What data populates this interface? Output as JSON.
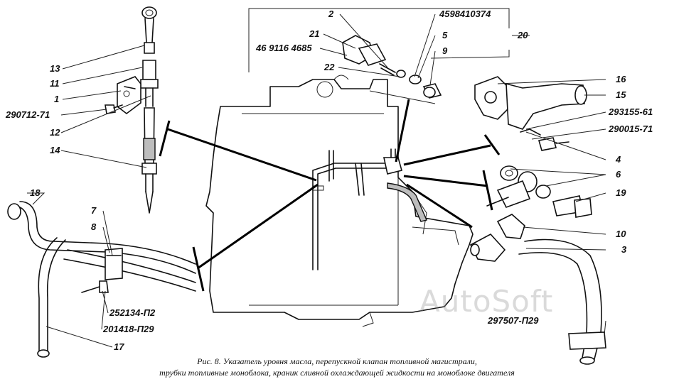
{
  "labels": {
    "l13": "13",
    "l11": "11",
    "l1": "1",
    "l290712": "290712-71",
    "l12": "12",
    "l14": "14",
    "l18": "18",
    "l7": "7",
    "l8": "8",
    "l252134": "252134-П2",
    "l201418": "201418-П29",
    "l17": "17",
    "l2": "2",
    "l21": "21",
    "l469116": "46 9116 4685",
    "l22": "22",
    "l4598": "4598410374",
    "l5": "5",
    "l9": "9",
    "l20": "20",
    "l16": "16",
    "l15": "15",
    "l293155": "293155-61",
    "l290015": "290015-71",
    "l4": "4",
    "l6": "6",
    "l19": "19",
    "l10": "10",
    "l3": "3",
    "l297507": "297507-П29"
  },
  "caption": {
    "line1": "Рис. 8. Указатель уровня масла, перепускной клапан топливной магистрали,",
    "line2": "трубки топливные моноблока, краник сливной охлаждающей жидкости на моноблоке двигателя"
  },
  "watermark": "AutoSoft"
}
